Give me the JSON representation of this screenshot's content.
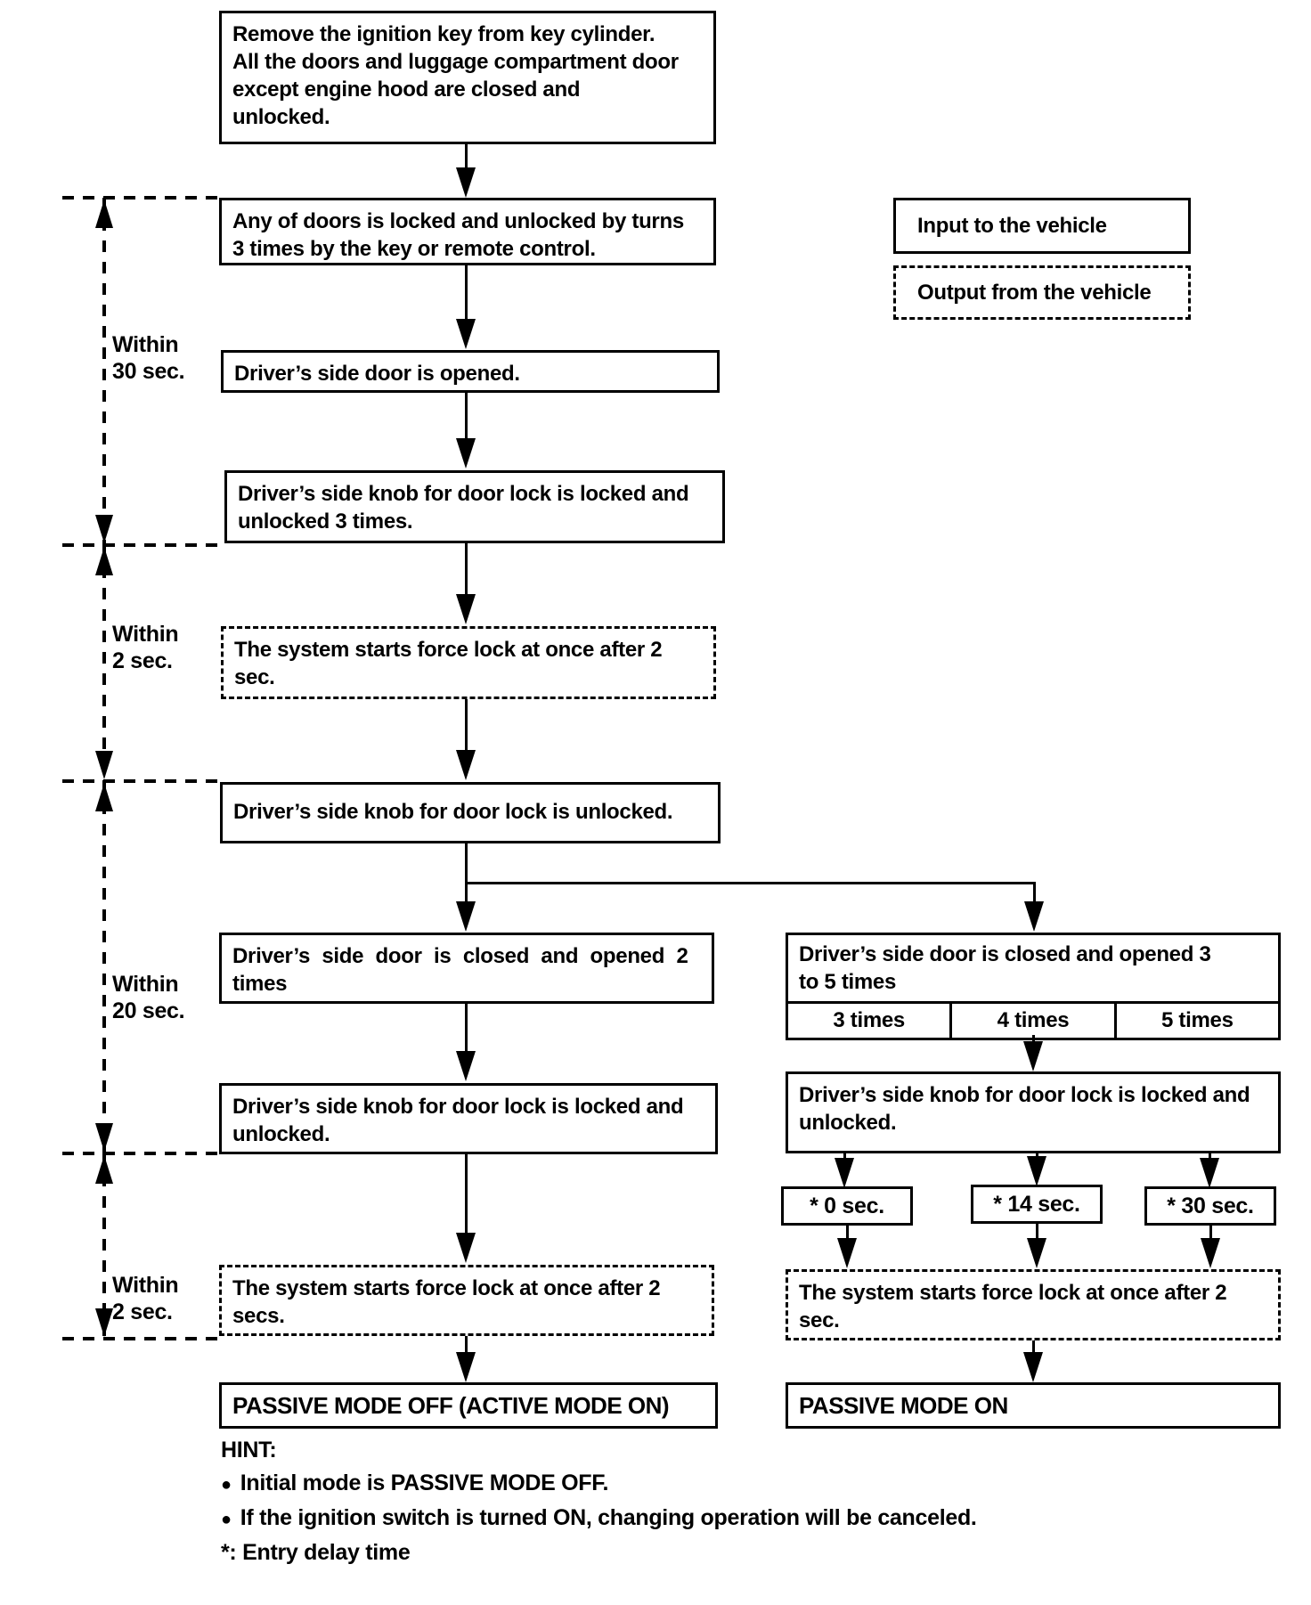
{
  "legend": {
    "input_label": "Input to the vehicle",
    "output_label": "Output from the vehicle"
  },
  "brackets": [
    {
      "label": "Within\n30 sec."
    },
    {
      "label": "Within\n2 sec."
    },
    {
      "label": "Within\n20 sec."
    },
    {
      "label": "Within\n2 sec."
    }
  ],
  "main_flow": {
    "start": "Remove the ignition key from key cylinder.\nAll the doors and luggage compartment door\nexcept engine hood are closed and\nunlocked.",
    "any_doors": "Any of doors is locked and unlocked by turns\n3 times by the key or remote control.",
    "door_opened": "Driver’s side door is opened.",
    "knob_locked_unlocked_3_times": "Driver’s side knob for door lock is locked and\nunlocked 3 times.",
    "force_lock_after_2_sec": "The system starts force lock at once after 2\nsec.",
    "knob_unlocked": "Driver’s side knob for door lock is unlocked."
  },
  "left_branch": {
    "door_closed_opened_2_times": "Driver’s side door is closed and opened 2\ntimes",
    "knob_locked_unlocked": "Driver’s side knob for door lock is locked and\nunlocked.",
    "force_lock_after_2_secs": "The system starts force lock at once after 2\nsecs.",
    "result": "PASSIVE MODE OFF (ACTIVE MODE ON)"
  },
  "right_branch": {
    "door_closed_opened_3_to_5_times": "Driver’s side door is closed and opened 3\nto 5 times",
    "times_options": [
      "3 times",
      "4 times",
      "5 times"
    ],
    "knob_locked_unlocked": "Driver’s side knob for door lock is locked and\nunlocked.",
    "entry_delays": [
      "* 0 sec.",
      "* 14 sec.",
      "* 30 sec."
    ],
    "force_lock_after_2_sec": "The system starts force lock at once after 2\nsec.",
    "result": "PASSIVE MODE ON"
  },
  "hint": {
    "title": "HINT:",
    "bullet_glyph": "●",
    "bullets": [
      "Initial mode is PASSIVE MODE OFF.",
      "If the ignition switch is turned ON, changing operation will be canceled."
    ],
    "footnote": "*: Entry delay time"
  }
}
